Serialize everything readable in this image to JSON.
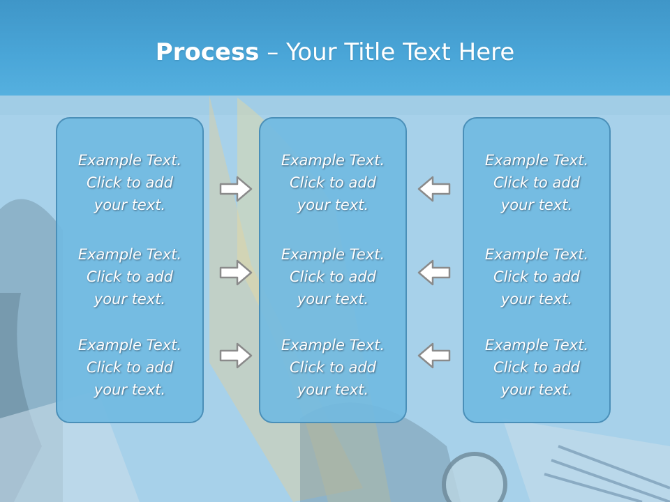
{
  "slide": {
    "title_bold": "Process",
    "title_rest": " – Your Title Text Here"
  },
  "columns": [
    {
      "items": [
        {
          "line1": "Example Text.",
          "line2": "Click  to add",
          "line3": "your text."
        },
        {
          "line1": "Example Text.",
          "line2": "Click  to add",
          "line3": "your text."
        },
        {
          "line1": "Example Text.",
          "line2": "Click  to add",
          "line3": "your text."
        }
      ]
    },
    {
      "items": [
        {
          "line1": "Example Text.",
          "line2": "Click  to add",
          "line3": "your text."
        },
        {
          "line1": "Example Text.",
          "line2": "Click  to add",
          "line3": "your text."
        },
        {
          "line1": "Example Text.",
          "line2": "Click  to add",
          "line3": "your text."
        }
      ]
    },
    {
      "items": [
        {
          "line1": "Example Text.",
          "line2": "Click  to add",
          "line3": "your text."
        },
        {
          "line1": "Example Text.",
          "line2": "Click  to add",
          "line3": "your text."
        },
        {
          "line1": "Example Text.",
          "line2": "Click  to add",
          "line3": "your text."
        }
      ]
    }
  ],
  "icons": {
    "arrow_right": "arrow-right-icon",
    "arrow_left": "arrow-left-icon"
  },
  "colors": {
    "header": "#4aa6d8",
    "box_fill": "#70b9e1",
    "box_border": "#4a8fb8",
    "arrow_fill": "#ffffff",
    "arrow_stroke": "#8a8a8a"
  }
}
